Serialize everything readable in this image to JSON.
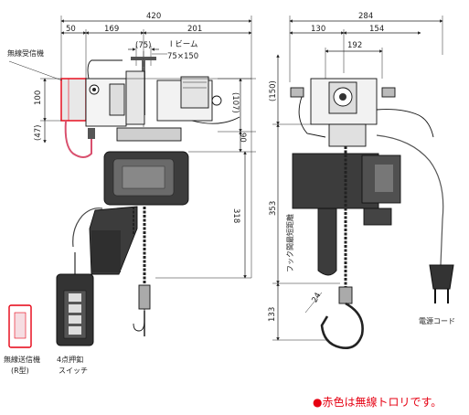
{
  "side_view": {
    "dims_top": {
      "overall": "420",
      "left": "50",
      "mid": "169",
      "right": "201"
    },
    "beam_width": "(75)",
    "beam_spec": {
      "line1": "I ビーム",
      "line2": "75×150"
    },
    "dims_left": {
      "receiver_height": "100",
      "offset": "(47)"
    },
    "dims_right": {
      "top": "(107)",
      "body": "90",
      "lift": "318"
    }
  },
  "front_view": {
    "dims_top": {
      "overall": "284",
      "left": "130",
      "right": "154",
      "inner": "192"
    },
    "dims_left": {
      "top": "(150)",
      "lift": "353",
      "hook": "133"
    },
    "hook_throat": "24",
    "hook_distance_label": "フック間最短距離"
  },
  "labels": {
    "receiver": "無線受信機",
    "transmitter": {
      "line1": "無線送信機",
      "line2": "(R型)"
    },
    "switch": {
      "line1": "4点押釦",
      "line2": "スイッチ"
    },
    "power_cord": "電源コード",
    "note": "●赤色は無線トロリです。"
  },
  "colors": {
    "accent": "#e60012",
    "line": "#222222",
    "body": "#3c3c3c",
    "cord": "#d9506e"
  }
}
